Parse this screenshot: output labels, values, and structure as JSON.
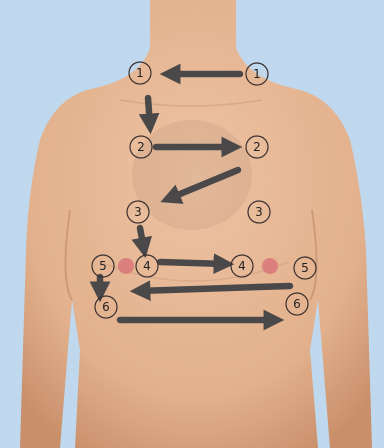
{
  "colors": {
    "background": "#bfd8ee",
    "skin": "#e8b895",
    "skin_shadow": "#d69e78",
    "arrow": "#4a4848",
    "nipple": "#d9767a"
  },
  "markers": [
    {
      "id": "left-1",
      "label": "1"
    },
    {
      "id": "right-1",
      "label": "1"
    },
    {
      "id": "left-2",
      "label": "2"
    },
    {
      "id": "right-2",
      "label": "2"
    },
    {
      "id": "left-3",
      "label": "3"
    },
    {
      "id": "right-3",
      "label": "3"
    },
    {
      "id": "left-4",
      "label": "4"
    },
    {
      "id": "right-4",
      "label": "4"
    },
    {
      "id": "left-5",
      "label": "5"
    },
    {
      "id": "right-5",
      "label": "5"
    },
    {
      "id": "left-6",
      "label": "6"
    },
    {
      "id": "right-6",
      "label": "6"
    }
  ]
}
